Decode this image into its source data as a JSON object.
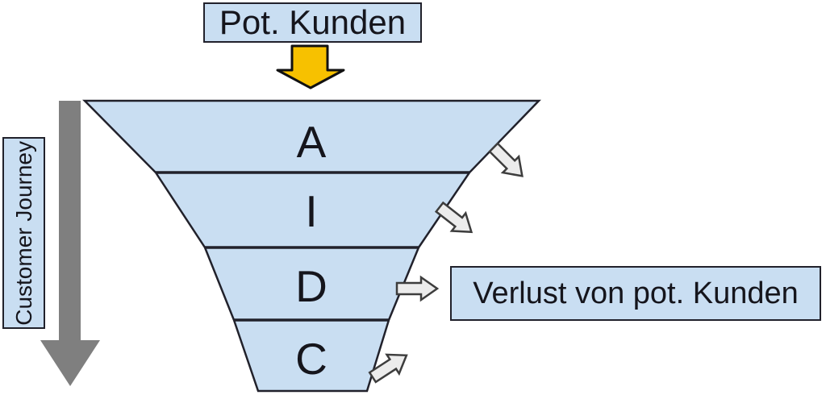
{
  "inflow": {
    "label": "Pot. Kunden"
  },
  "journey": {
    "label": "Customer Journey"
  },
  "funnel": {
    "stages": [
      {
        "label": "A"
      },
      {
        "label": "I"
      },
      {
        "label": "D"
      },
      {
        "label": "C"
      }
    ]
  },
  "loss": {
    "label": "Verlust von pot. Kunden"
  },
  "icons": {
    "inflow": "down-arrow-icon",
    "journey": "down-arrow-icon",
    "loss": "outflow-arrow-icon"
  },
  "colors": {
    "box_fill": "#c9def2",
    "funnel_fill": "#c9def2",
    "outline": "#21212b",
    "text": "#15151c",
    "inflow_fill": "#f7c100",
    "inflow_stroke": "#111111",
    "journey_fill": "#7f7f7f",
    "escape_fill": "#ececec",
    "escape_stroke": "#3d3d3d",
    "bg": "#ffffff"
  }
}
